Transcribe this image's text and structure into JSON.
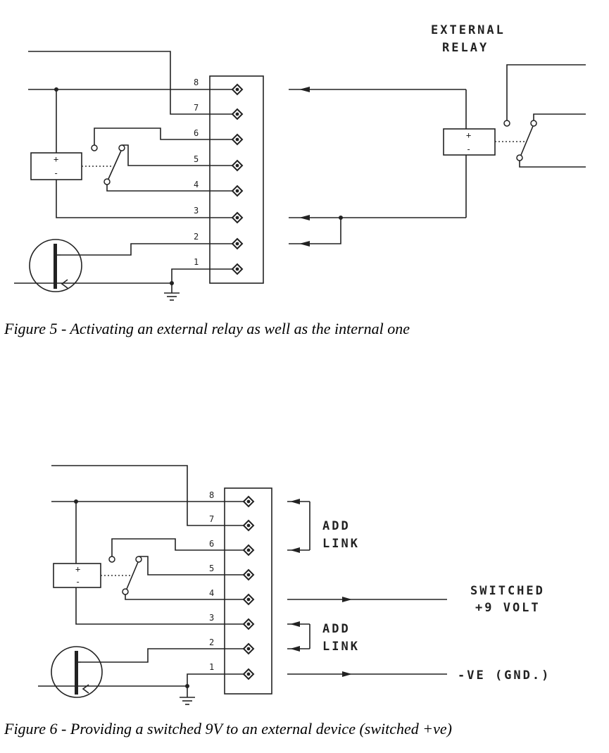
{
  "figure5": {
    "caption": "Figure 5 - Activating an external relay as well as the internal one",
    "external_relay_label_line1": "EXTERNAL",
    "external_relay_label_line2": "RELAY",
    "terminals": [
      "8",
      "7",
      "6",
      "5",
      "4",
      "3",
      "2",
      "1"
    ]
  },
  "figure6": {
    "caption": "Figure 6 - Providing a switched 9V to an external device (switched +ve)",
    "link_label_top_line1": "ADD",
    "link_label_top_line2": "LINK",
    "link_label_bottom_line1": "ADD",
    "link_label_bottom_line2": "LINK",
    "switched_label_line1": "SWITCHED",
    "switched_label_line2": "+9 VOLT",
    "ground_label": "-VE (GND.)",
    "terminals": [
      "8",
      "7",
      "6",
      "5",
      "4",
      "3",
      "2",
      "1"
    ]
  },
  "relay_symbols": {
    "plus": "+",
    "minus": "-"
  }
}
